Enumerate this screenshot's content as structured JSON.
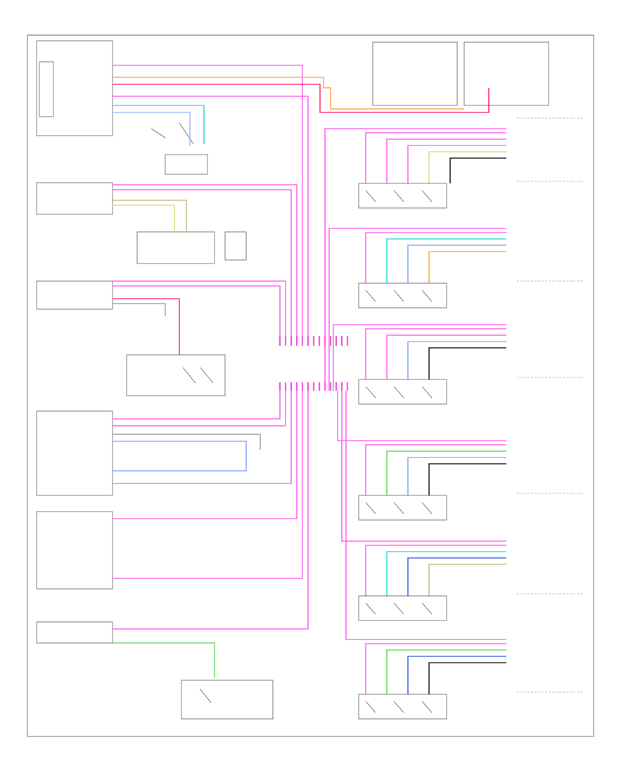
{
  "diagram": {
    "footer_id": "",
    "components": {
      "left_top": "",
      "hub": "",
      "splice_hub": ""
    },
    "colors": {
      "pink": "#ff66ee",
      "magenta": "#ee55dd",
      "orange": "#ffaa44",
      "red": "#ff3366",
      "cyan": "#33dddd",
      "yellow": "#dddd88",
      "lightblue": "#88aaff",
      "blue": "#4466ee",
      "green": "#66dd66",
      "tan": "#ccbb88",
      "gray": "#888888",
      "black": "#222222"
    },
    "door_modules": [
      {
        "key": "door-module-1",
        "wire_colors": [
          "pink",
          "pink",
          "pink",
          "yellow",
          "black"
        ]
      },
      {
        "key": "door-module-2",
        "wire_colors": [
          "pink",
          "cyan",
          "lightblue",
          "orange"
        ]
      },
      {
        "key": "door-module-3",
        "wire_colors": [
          "pink",
          "pink",
          "lightblue",
          "black"
        ]
      },
      {
        "key": "door-module-4",
        "wire_colors": [
          "pink",
          "green",
          "lightblue",
          "black"
        ]
      },
      {
        "key": "door-module-5",
        "wire_colors": [
          "pink",
          "cyan",
          "blue",
          "tan"
        ]
      },
      {
        "key": "door-module-6",
        "wire_colors": [
          "pink",
          "green",
          "blue",
          "black"
        ]
      }
    ]
  }
}
